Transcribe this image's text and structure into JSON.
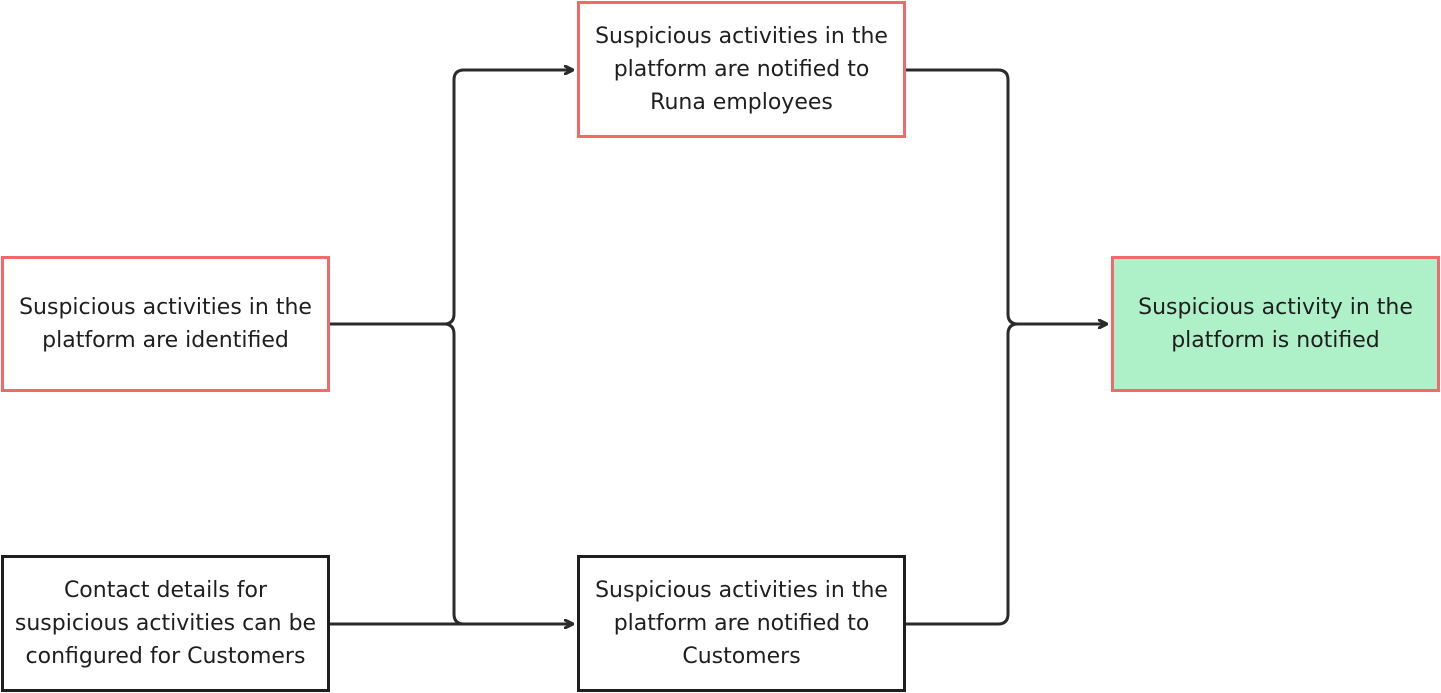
{
  "nodes": {
    "identified": {
      "text": "Suspicious activities in the platform are identified",
      "border": "#f06a6a",
      "fill": "#ffffff"
    },
    "employees": {
      "text": "Suspicious activities in the platform are notified to Runa employees",
      "border": "#f06a6a",
      "fill": "#ffffff"
    },
    "contact": {
      "text": "Contact details for suspicious activities can be configured for Customers",
      "border": "#1e1e1e",
      "fill": "#ffffff"
    },
    "customers": {
      "text": "Suspicious activities in the platform are notified to Customers",
      "border": "#1e1e1e",
      "fill": "#ffffff"
    },
    "result": {
      "text": "Suspicious activity in the platform is notified",
      "border": "#f06a6a",
      "fill": "#aef0c8"
    }
  },
  "edges": [
    {
      "from": "identified",
      "to": "employees"
    },
    {
      "from": "identified",
      "to": "customers"
    },
    {
      "from": "contact",
      "to": "customers"
    },
    {
      "from": "employees",
      "to": "result"
    },
    {
      "from": "customers",
      "to": "result"
    }
  ],
  "colors": {
    "connector": "#2b2b2b",
    "red_border": "#f06a6a",
    "dark_border": "#1e1e1e",
    "success_fill": "#aef0c8"
  }
}
